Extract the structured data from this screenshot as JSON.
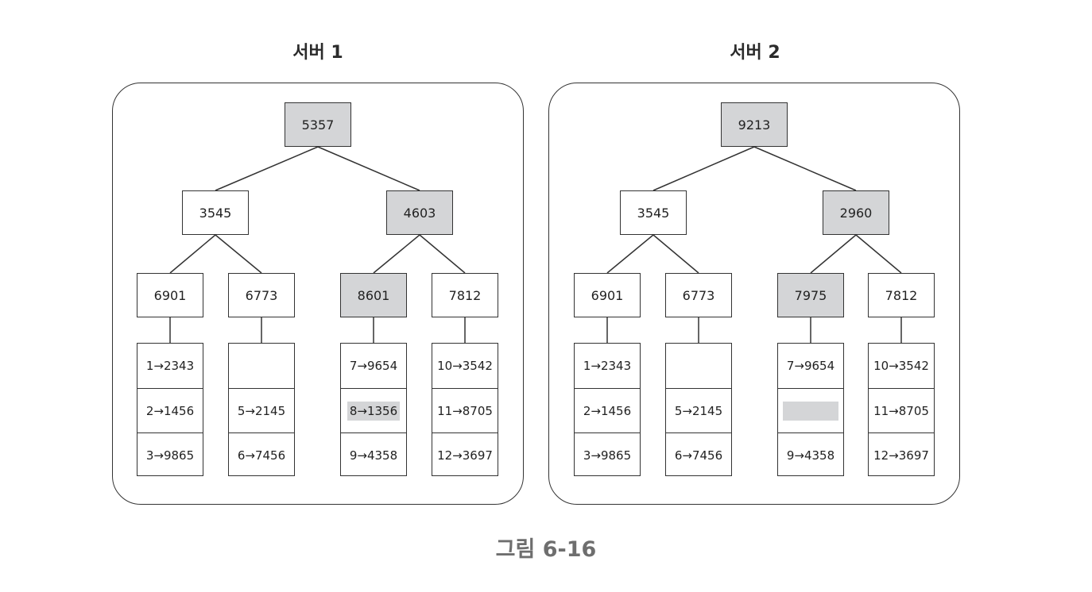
{
  "servers": [
    {
      "title": "서버 1",
      "root": {
        "label": "5357",
        "highlighted": true
      },
      "mid": [
        {
          "label": "3545",
          "highlighted": false
        },
        {
          "label": "4603",
          "highlighted": true
        }
      ],
      "low": [
        {
          "label": "6901",
          "highlighted": false
        },
        {
          "label": "6773",
          "highlighted": false
        },
        {
          "label": "8601",
          "highlighted": true
        },
        {
          "label": "7812",
          "highlighted": false
        }
      ],
      "leaves": [
        {
          "rows": [
            "1→2343",
            "2→1456",
            "3→9865"
          ],
          "highlight_row": null
        },
        {
          "rows": [
            "",
            "5→2145",
            "6→7456"
          ],
          "highlight_row": null
        },
        {
          "rows": [
            "7→9654",
            "8→1356",
            "9→4358"
          ],
          "highlight_row": 1
        },
        {
          "rows": [
            "10→3542",
            "11→8705",
            "12→3697"
          ],
          "highlight_row": null
        }
      ]
    },
    {
      "title": "서버 2",
      "root": {
        "label": "9213",
        "highlighted": true
      },
      "mid": [
        {
          "label": "3545",
          "highlighted": false
        },
        {
          "label": "2960",
          "highlighted": true
        }
      ],
      "low": [
        {
          "label": "6901",
          "highlighted": false
        },
        {
          "label": "6773",
          "highlighted": false
        },
        {
          "label": "7975",
          "highlighted": true
        },
        {
          "label": "7812",
          "highlighted": false
        }
      ],
      "leaves": [
        {
          "rows": [
            "1→2343",
            "2→1456",
            "3→9865"
          ],
          "highlight_row": null
        },
        {
          "rows": [
            "",
            "5→2145",
            "6→7456"
          ],
          "highlight_row": null
        },
        {
          "rows": [
            "7→9654",
            "",
            "9→4358"
          ],
          "highlight_row": 1
        },
        {
          "rows": [
            "10→3542",
            "11→8705",
            "12→3697"
          ],
          "highlight_row": null
        }
      ]
    }
  ],
  "caption": "그림 6-16"
}
